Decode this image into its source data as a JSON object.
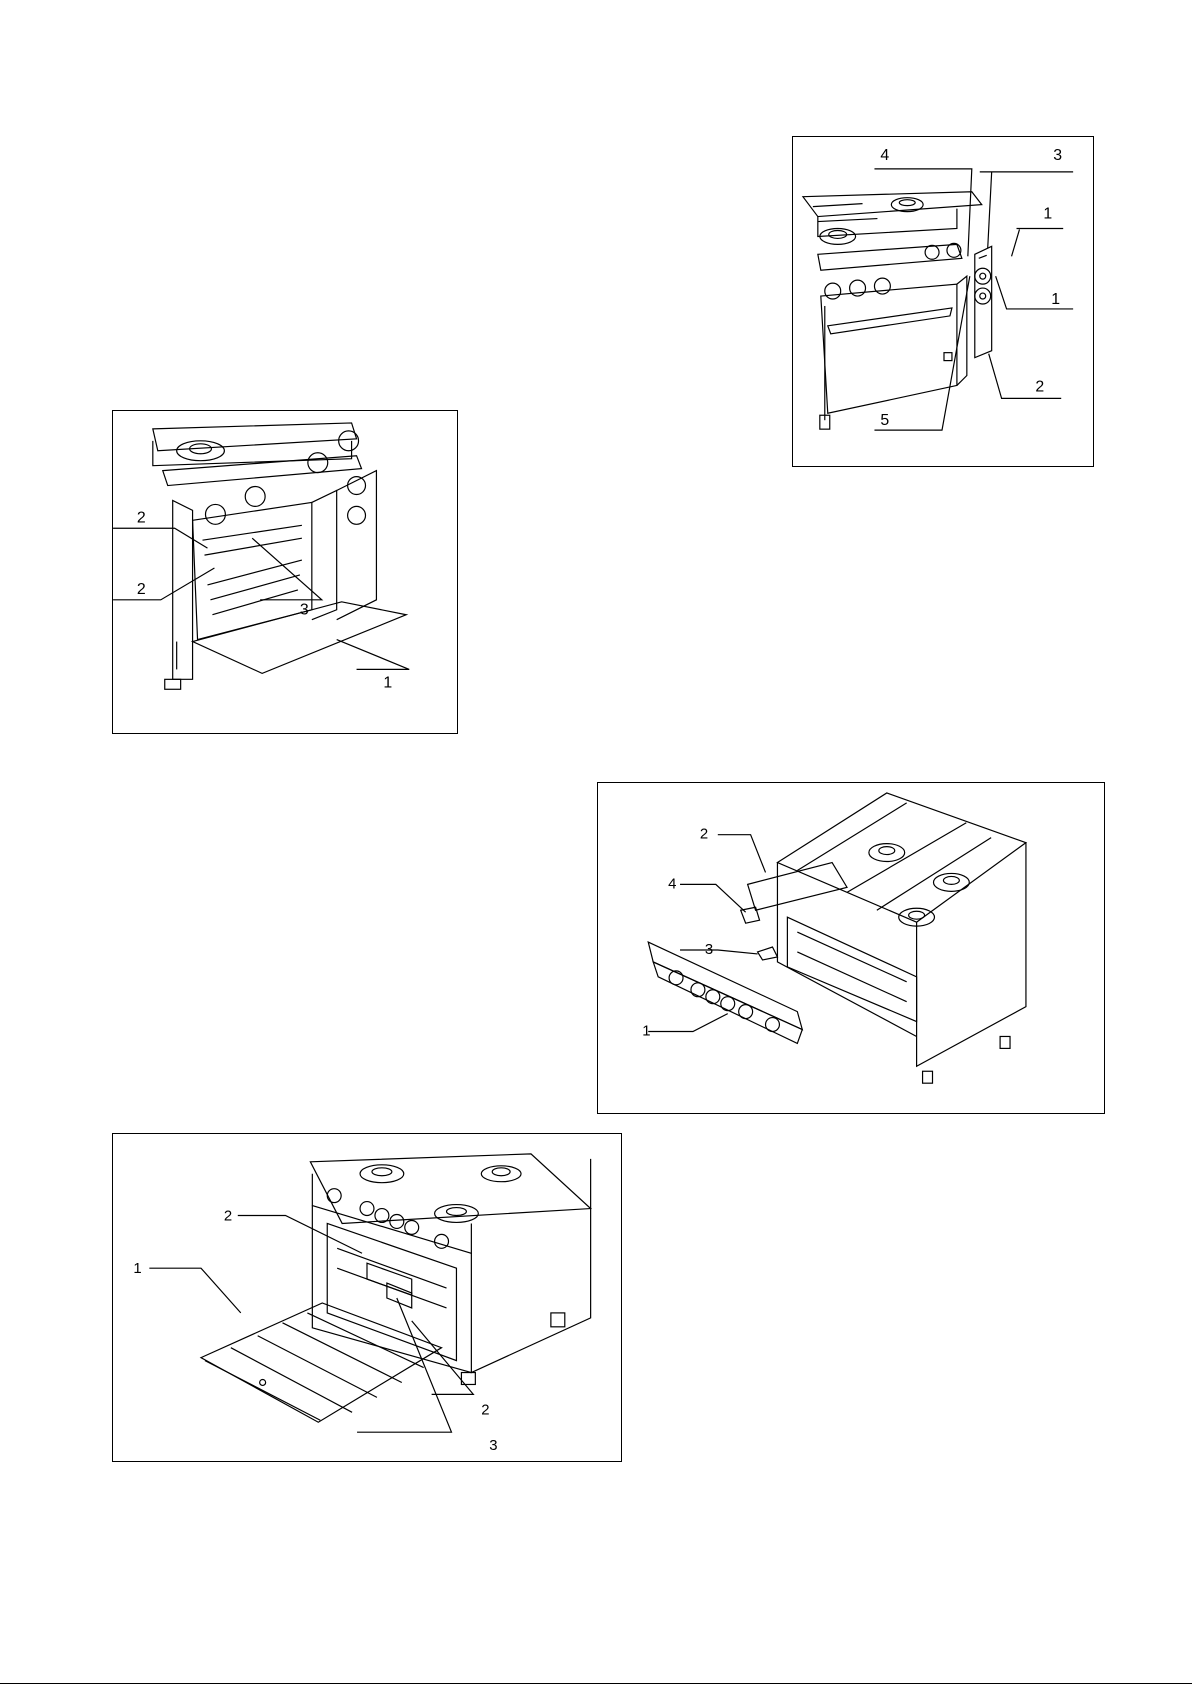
{
  "figures": {
    "fig_top_right": {
      "labels": [
        "4",
        "3",
        "1",
        "1",
        "2",
        "5"
      ]
    },
    "fig_mid_left": {
      "labels": [
        "2",
        "2",
        "3",
        "1"
      ]
    },
    "fig_mid_right": {
      "labels": [
        "2",
        "4",
        "3",
        "1"
      ]
    },
    "fig_bottom_left": {
      "labels": [
        "2",
        "1",
        "2",
        "3"
      ]
    }
  },
  "footer": {
    "text": ""
  }
}
